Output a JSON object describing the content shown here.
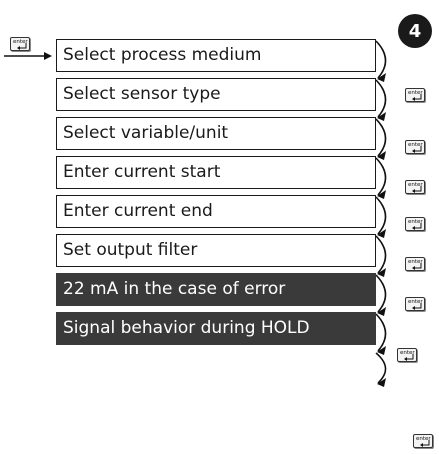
{
  "step_badge": "4",
  "enter_key_label": "enter",
  "steps": [
    {
      "label": "Select process medium",
      "style": "outline"
    },
    {
      "label": "Select sensor type",
      "style": "outline"
    },
    {
      "label": "Select variable/unit",
      "style": "outline"
    },
    {
      "label": "Enter current start",
      "style": "outline"
    },
    {
      "label": "Enter current end",
      "style": "outline"
    },
    {
      "label": "Set output filter",
      "style": "outline"
    },
    {
      "label": "22 mA in the case of error",
      "style": "filled-dark"
    },
    {
      "label": "Signal behavior during HOLD",
      "style": "filled-dark"
    }
  ]
}
